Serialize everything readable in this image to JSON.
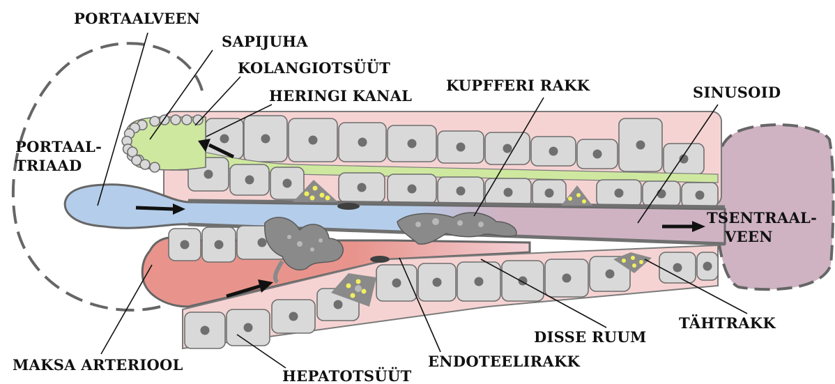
{
  "labels": {
    "portaalveen": "PORTAALVEEN",
    "sapijuha": "SAPIJUHA",
    "kolangiotsuut": "KOLANGIOTSÜÜT",
    "heringi_kanal": "HERINGI KANAL",
    "kupfferi_rakk": "KUPFFERI RAKK",
    "sinusoid": "SINUSOID",
    "portaaltriaad_1": "PORTAAL-",
    "portaaltriaad_2": "TRIAAD",
    "tsentraalveen_1": "TSENTRAAL-",
    "tsentraalveen_2": "VEEN",
    "maksa_arteriool": "MAKSA ARTERIOOL",
    "hepatotsuut": "HEPATOTSÜÜT",
    "endoteelirakk": "ENDOTEELIRAKK",
    "disse_ruum": "DISSE RUUM",
    "tahtrakk": "TÄHTRAKK"
  },
  "colors": {
    "portal_vein": "#b4cdea",
    "arteriole": "#e8948c",
    "central_vein": "#cfb3c3",
    "bile": "#cfe8a0",
    "hepatocyte": "#d9d9d9",
    "space_of_disse": "#f6d3d3",
    "outline": "#6e6e6e",
    "stellate_droplet": "#f2ef5e"
  }
}
